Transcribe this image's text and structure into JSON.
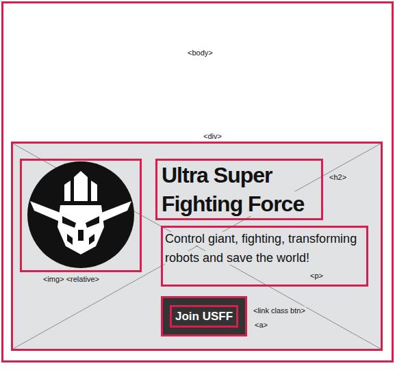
{
  "diagram": {
    "nodes": [
      {
        "text": [
          "<body>"
        ]
      },
      {
        "text": [
          "<div>"
        ],
        "in": 0
      },
      {
        "text": [
          "<img> <relative>"
        ],
        "in": 1
      },
      {
        "text": [
          "Ultra Super Fighting Force",
          "<h2>"
        ],
        "in": 1
      },
      {
        "text": [
          "Control giant, fighting, transforming robots and save the world!",
          "<p>"
        ],
        "in": 1
      },
      {
        "text": [
          "<link class btn>"
        ],
        "in": 1
      },
      {
        "text": [
          "Join USFF",
          "<a>"
        ],
        "in": 5
      }
    ]
  }
}
